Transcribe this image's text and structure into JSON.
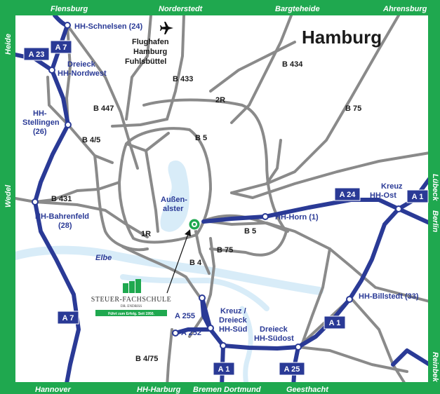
{
  "title": "Hamburg",
  "colors": {
    "frame": "#1fa84f",
    "autobahn": "#2a3a96",
    "road": "#8a8a8a",
    "water": "#d8ecf8",
    "target": "#1fa84f"
  },
  "directions": {
    "top": [
      "Flensburg",
      "Norderstedt",
      "Bargteheide",
      "Ahrensburg"
    ],
    "bottom": [
      "Hannover",
      "HH-Harburg",
      "Bremen Dortmund",
      "Geesthacht"
    ],
    "left": [
      "Heide",
      "Wedel"
    ],
    "right": [
      "Lübeck",
      "Berlin",
      "Reinbek"
    ]
  },
  "airport": {
    "icon": "airplane-icon",
    "lines": [
      "Flughafen",
      "Hamburg",
      "Fuhlsbüttel"
    ]
  },
  "junctions": {
    "schnelsen": "HH-Schnelsen (24)",
    "nordwest": [
      "Dreieck",
      "HH-Nordwest"
    ],
    "stellingen": [
      "HH-",
      "Stellingen",
      "(26)"
    ],
    "bahrenfeld": [
      "HH-Bahrenfeld",
      "(28)"
    ],
    "horn": "HH-Horn (1)",
    "ost": [
      "Kreuz",
      "HH-Ost"
    ],
    "billstedt": "HH-Billstedt (33)",
    "sued": [
      "Kreuz /",
      "Dreieck",
      "HH-Süd"
    ],
    "suedost": [
      "Dreieck",
      "HH-Südost"
    ]
  },
  "shields": {
    "a23": "A 23",
    "a7_top": "A 7",
    "a7_bottom": "A 7",
    "a24": "A 24",
    "a1_right": "A 1",
    "a1_mid": "A 1",
    "a1_bottom": "A 1",
    "a25": "A 25"
  },
  "roads": {
    "b434": "B 434",
    "b433": "B 433",
    "b447": "B 447",
    "r2": "2R",
    "b75_ne": "B 75",
    "b45": "B 4/5",
    "b5_n": "B 5",
    "b431": "B 431",
    "r1": "1R",
    "b5_e": "B 5",
    "b75_s": "B 75",
    "b4": "B 4",
    "a255": "A 255",
    "a252": "A 252",
    "b475": "B 4/75"
  },
  "water": {
    "alster": [
      "Außen-",
      "alster"
    ],
    "elbe": "Elbe"
  },
  "logo": {
    "name": "STEUER-FACHSCHULE",
    "sub": "DR. ENDRISS",
    "slogan": "Führt zum Erfolg. Seit 1950."
  }
}
